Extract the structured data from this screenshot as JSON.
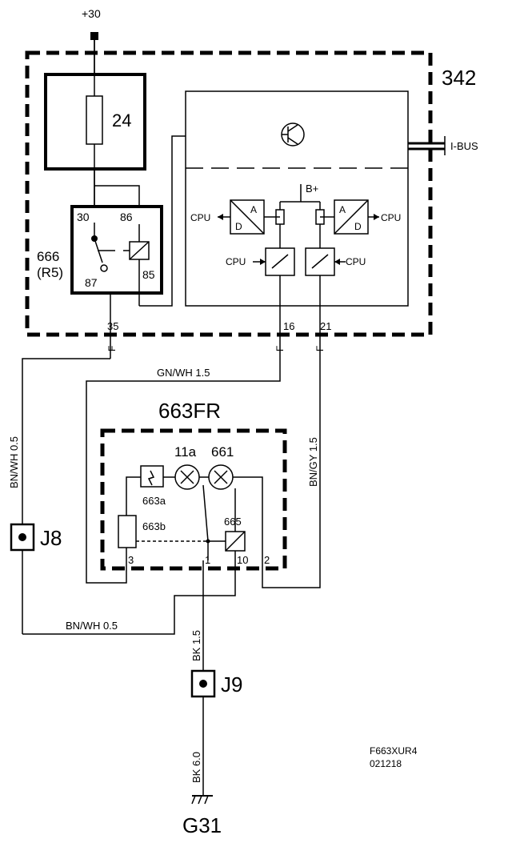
{
  "supply": "+30",
  "units": {
    "u342": "342",
    "fuse": "24",
    "relay": "666",
    "relay_sub": "(R5)",
    "u663fr": "663FR",
    "lamp_a": "11a",
    "lamp_b": "661",
    "u665": "665",
    "u663a": "663a",
    "u663b": "663b"
  },
  "relay_pins": {
    "p30": "30",
    "p86": "86",
    "p87": "87",
    "p85": "85"
  },
  "ecu": {
    "bus": "I-BUS",
    "bplus": "B+",
    "cpu": "CPU",
    "ad_a": "A",
    "ad_d": "D"
  },
  "pins": {
    "p35": "35",
    "p16": "16",
    "p21": "21",
    "f": "F",
    "p3": "3",
    "p1": "1",
    "p10": "10",
    "p2": "2"
  },
  "wires": {
    "w_gnwh": "GN/WH 1.5",
    "w_bngy": "BN/GY 1.5",
    "w_bnwh_v": "BN/WH 0.5",
    "w_bnwh_h": "BN/WH 0.5",
    "w_bk15": "BK 1.5",
    "w_bk60": "BK 6.0"
  },
  "connectors": {
    "j8": "J8",
    "j9": "J9"
  },
  "ground": "G31",
  "ref": {
    "code": "F663XUR4",
    "date": "021218"
  }
}
